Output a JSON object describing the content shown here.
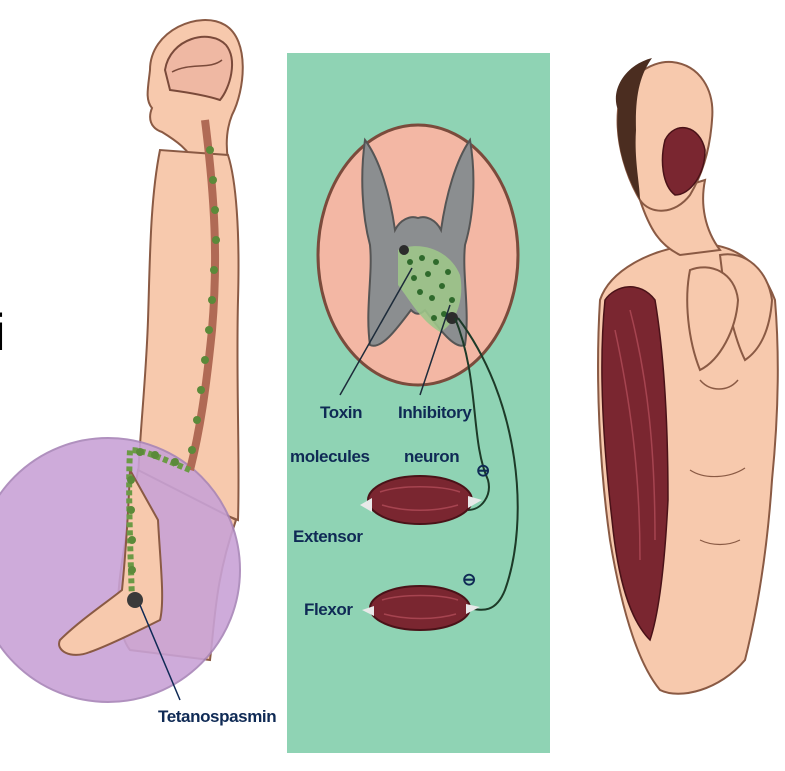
{
  "labels": {
    "tetanospasmin": "Tetanospasmin",
    "toxin_line1": "Toxin",
    "toxin_line2": "molecules",
    "inhibitory_line1": "Inhibitory",
    "inhibitory_line2": "neuron",
    "extensor": "Extensor",
    "flexor": "Flexor",
    "minus_sign": "⊖",
    "edge_fragment": "i"
  },
  "colors": {
    "panel_green": "#8fd3b4",
    "cord_pink": "#f3b7a4",
    "grey_matter": "#8b8e90",
    "toxin_green": "#5b8a3a",
    "muscle": "#7a2630",
    "skin": "#f7c9ad",
    "wound_sphere": "#c9a3d6",
    "label_text": "#0f2a55"
  },
  "icons": {
    "minus": "circled-minus-icon"
  }
}
